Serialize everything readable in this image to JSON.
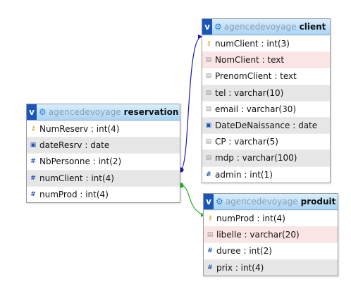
{
  "tables": {
    "reservation": {
      "db": "agencedevoyage",
      "name": "reservation",
      "toggle": "v",
      "columns": [
        {
          "text": "NumReserv : int(4)",
          "icon": "key-icon"
        },
        {
          "text": "dateResrv : date",
          "icon": "date-icon"
        },
        {
          "text": "NbPersonne : int(2)",
          "icon": "number-icon"
        },
        {
          "text": "numClient : int(4)",
          "icon": "number-icon"
        },
        {
          "text": "numProd : int(4)",
          "icon": "number-icon"
        }
      ]
    },
    "client": {
      "db": "agencedevoyage",
      "name": "client",
      "toggle": "v",
      "columns": [
        {
          "text": "numClient : int(3)",
          "icon": "key-icon"
        },
        {
          "text": "NomClient : text",
          "icon": "text-icon"
        },
        {
          "text": "PrenomClient : text",
          "icon": "text-icon"
        },
        {
          "text": "tel : varchar(10)",
          "icon": "text-icon"
        },
        {
          "text": "email : varchar(30)",
          "icon": "text-icon"
        },
        {
          "text": "DateDeNaissance : date",
          "icon": "date-icon"
        },
        {
          "text": "CP : varchar(5)",
          "icon": "text-icon"
        },
        {
          "text": "mdp : varchar(100)",
          "icon": "text-icon"
        },
        {
          "text": "admin : int(1)",
          "icon": "number-icon"
        }
      ]
    },
    "produit": {
      "db": "agencedevoyage",
      "name": "produit",
      "toggle": "v",
      "columns": [
        {
          "text": "numProd : int(4)",
          "icon": "key-icon"
        },
        {
          "text": "libelle : varchar(20)",
          "icon": "text-icon"
        },
        {
          "text": "duree : int(2)",
          "icon": "number-icon"
        },
        {
          "text": "prix : int(4)",
          "icon": "number-icon"
        }
      ]
    }
  },
  "relations": [
    {
      "from": "reservation.numClient",
      "to": "client.numClient",
      "color": "#1a1aa8"
    },
    {
      "from": "reservation.numProd",
      "to": "produit.numProd",
      "color": "#22b022"
    }
  ],
  "colors": {
    "header_db_text": "#8c9db0",
    "toggle_bg": "#1c55b8",
    "row_alt": "#e6e6e6",
    "row_highlight": "#fbe4e4"
  }
}
